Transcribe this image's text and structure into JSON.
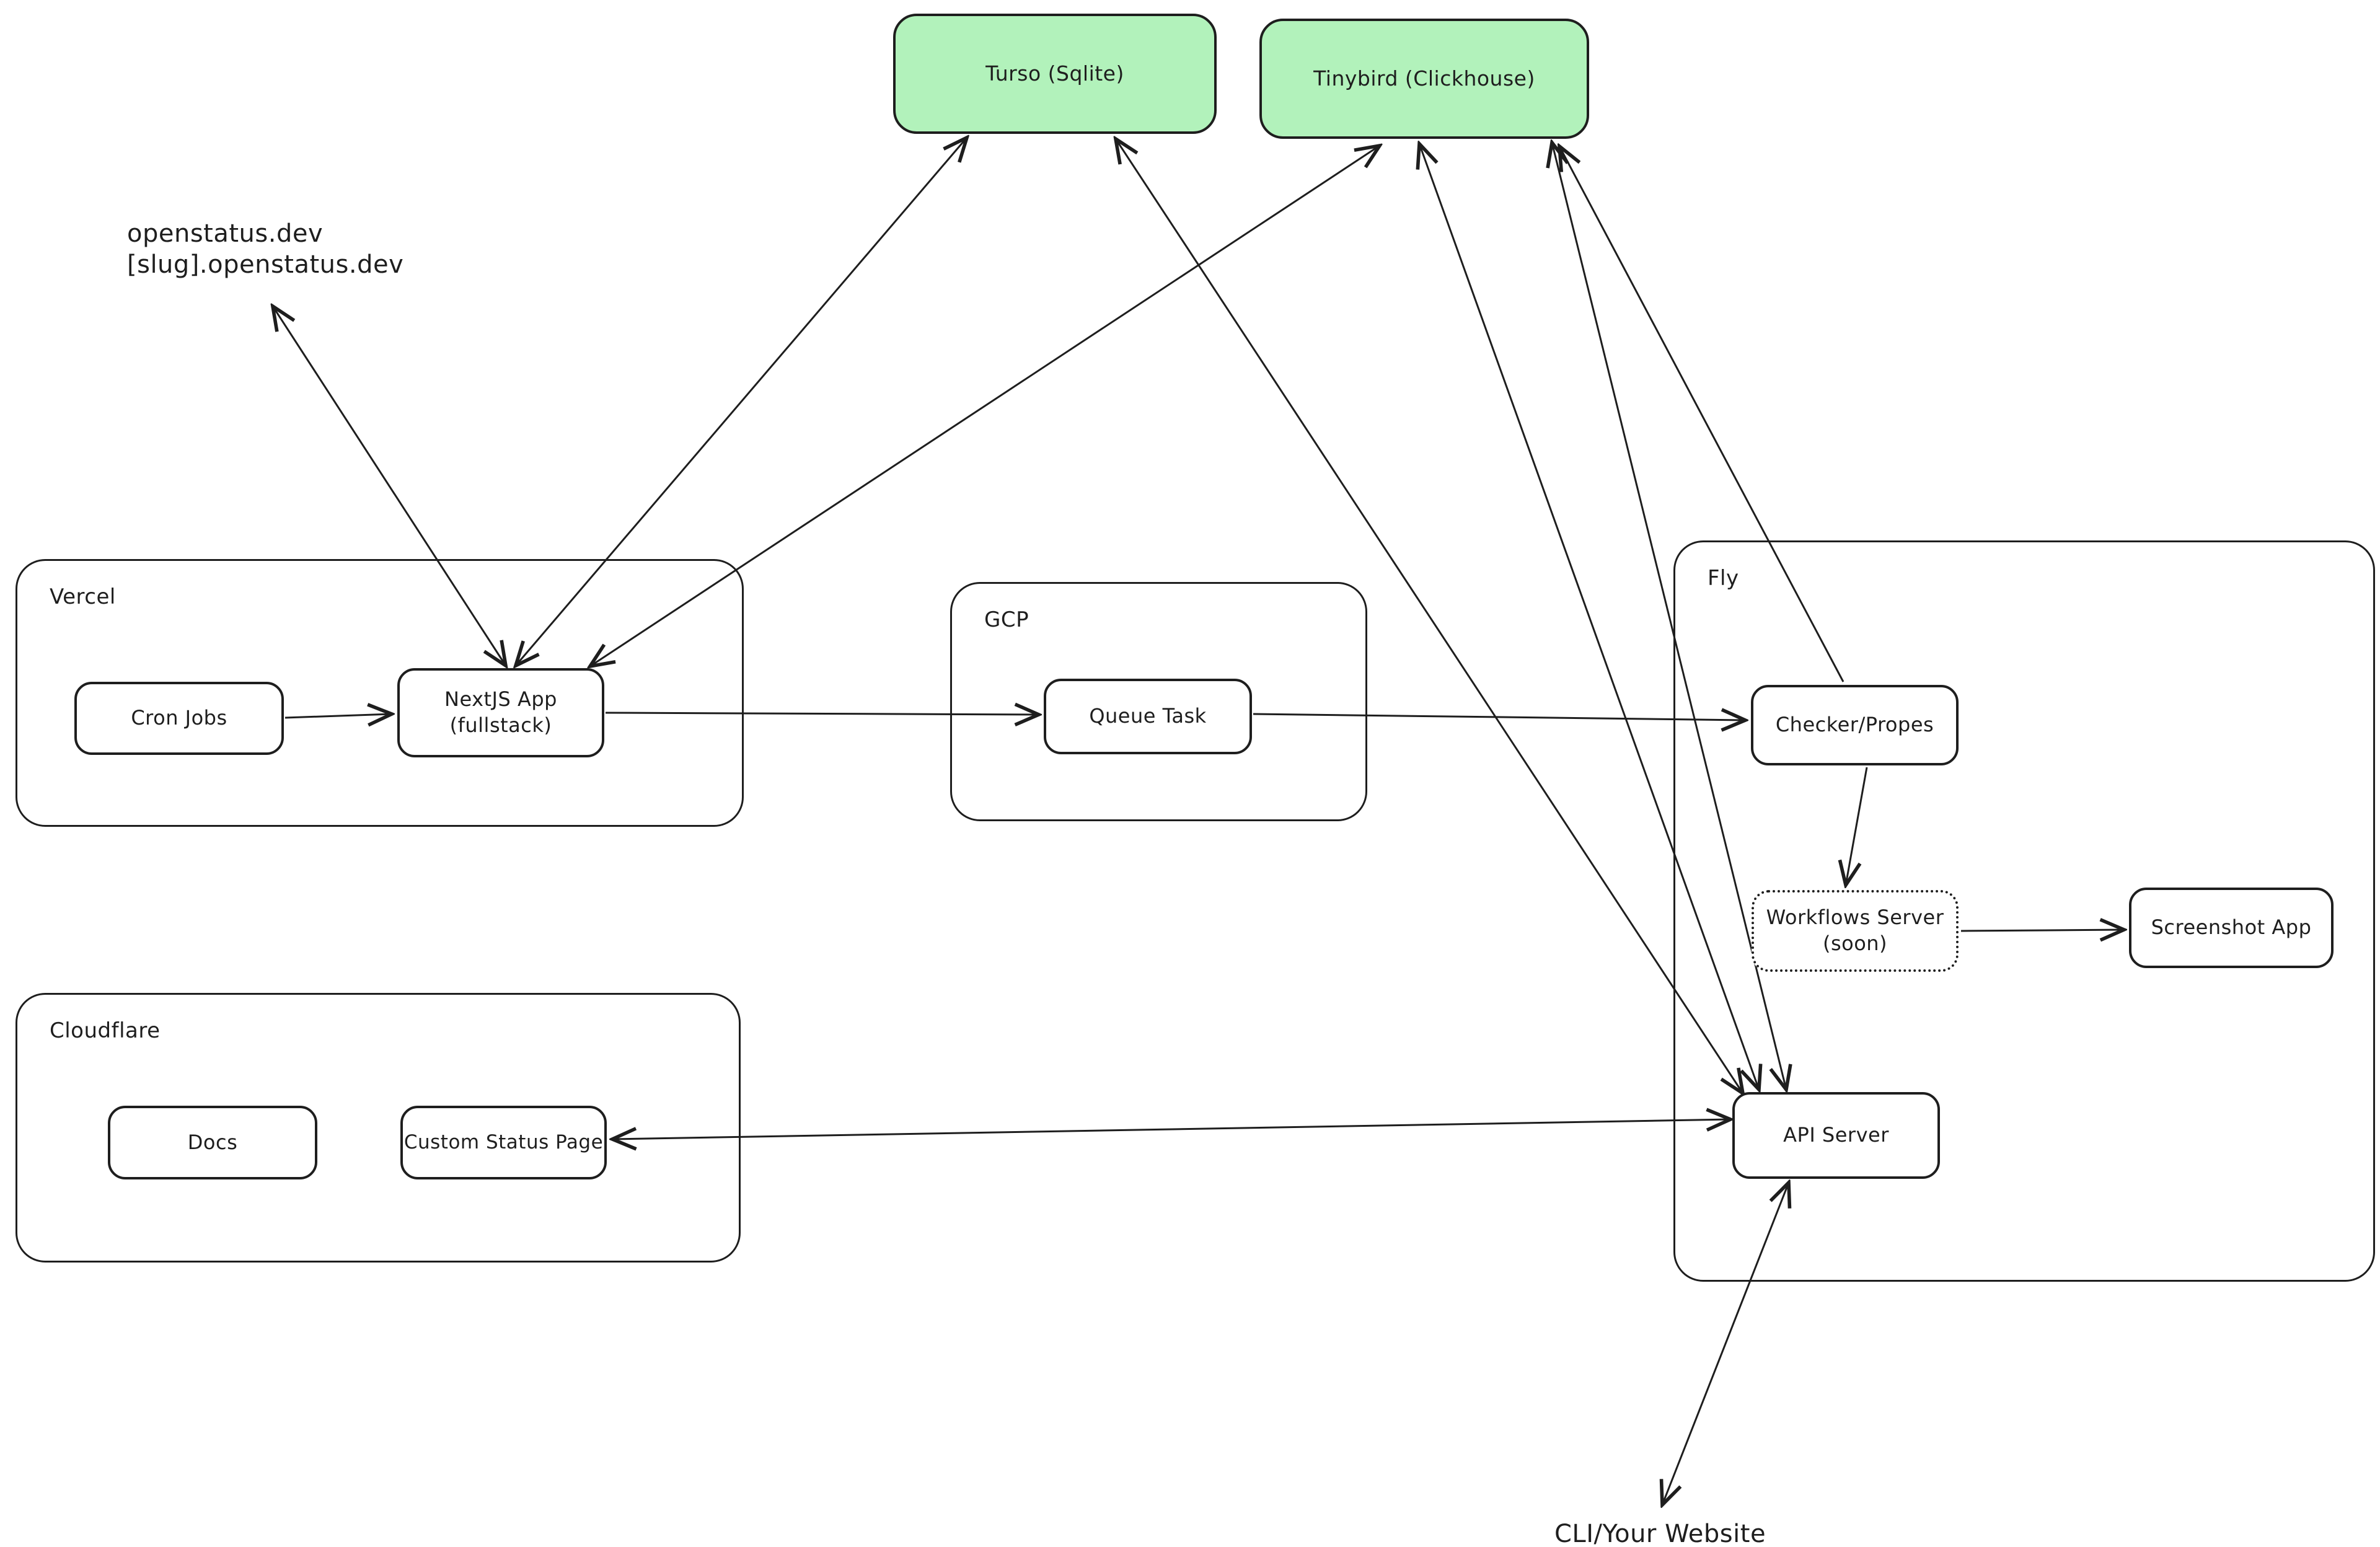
{
  "diagram": {
    "colors": {
      "background": "#ffffff",
      "stroke": "#1e1e1e",
      "datastore_fill": "#b2f2bb"
    },
    "nodes": {
      "turso": {
        "label": "Turso (Sqlite)"
      },
      "tinybird": {
        "label": "Tinybird (Clickhouse)"
      },
      "vercel": {
        "label": "Vercel"
      },
      "cron_jobs": {
        "label": "Cron Jobs"
      },
      "nextjs_app": {
        "label_line1": "NextJS App",
        "label_line2": "(fullstack)"
      },
      "gcp": {
        "label": "GCP"
      },
      "queue_task": {
        "label": "Queue Task"
      },
      "fly": {
        "label": "Fly"
      },
      "checker": {
        "label": "Checker/Propes"
      },
      "workflows_server": {
        "label_line1": "Workflows Server",
        "label_line2": "(soon)"
      },
      "screenshot_app": {
        "label": "Screenshot App"
      },
      "api_server": {
        "label": "API Server"
      },
      "cloudflare": {
        "label": "Cloudflare"
      },
      "docs": {
        "label": "Docs"
      },
      "custom_status_page": {
        "label": "Custom Status Page"
      }
    },
    "free_text": {
      "domains_line1": "openstatus.dev",
      "domains_line2": "[slug].openstatus.dev",
      "cli": "CLI/Your Website"
    },
    "connections": [
      {
        "from": "openstatus-domains",
        "to": "nextjs-app",
        "direction": "both"
      },
      {
        "from": "nextjs-app",
        "to": "turso",
        "direction": "both"
      },
      {
        "from": "nextjs-app",
        "to": "tinybird",
        "direction": "both"
      },
      {
        "from": "cron-jobs",
        "to": "nextjs-app",
        "direction": "one-way"
      },
      {
        "from": "nextjs-app",
        "to": "queue-task",
        "direction": "one-way"
      },
      {
        "from": "queue-task",
        "to": "checker-propes",
        "direction": "one-way"
      },
      {
        "from": "checker-propes",
        "to": "workflows-server",
        "direction": "one-way"
      },
      {
        "from": "workflows-server",
        "to": "screenshot-app",
        "direction": "one-way"
      },
      {
        "from": "checker-propes",
        "to": "tinybird",
        "direction": "one-way"
      },
      {
        "from": "turso",
        "to": "api-server",
        "direction": "both"
      },
      {
        "from": "tinybird",
        "to": "api-server",
        "direction": "both"
      },
      {
        "from": "tinybird",
        "to": "api-server",
        "direction": "both"
      },
      {
        "from": "api-server",
        "to": "custom-status-page",
        "direction": "both"
      },
      {
        "from": "api-server",
        "to": "cli-your-website",
        "direction": "both"
      }
    ]
  }
}
